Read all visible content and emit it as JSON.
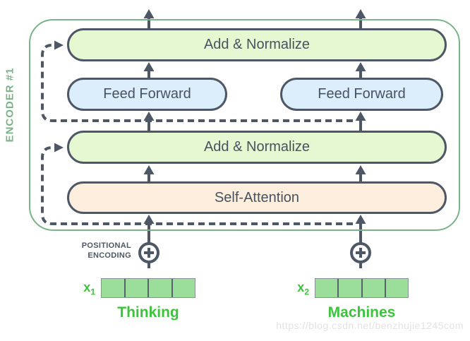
{
  "encoder": {
    "label": "ENCODER #1"
  },
  "layers": {
    "add_normalize_top": {
      "label": "Add & Normalize"
    },
    "feed_forward_left": {
      "label": "Feed Forward"
    },
    "feed_forward_right": {
      "label": "Feed Forward"
    },
    "add_normalize_bottom": {
      "label": "Add & Normalize"
    },
    "self_attention": {
      "label": "Self-Attention"
    }
  },
  "positional_encoding": {
    "line1": "POSITIONAL",
    "line2": "ENCODING"
  },
  "tokens": [
    {
      "var": "x",
      "sub": "1",
      "word": "Thinking",
      "cells": 4
    },
    {
      "var": "x",
      "sub": "2",
      "word": "Machines",
      "cells": 4
    }
  ],
  "watermark": "https://blog.csdn.net/benzhujie1245com",
  "colors": {
    "outline_slate": "#4d5765",
    "encoder_green": "#7cb287",
    "add_normalize_fill": "#e6f8d2",
    "feed_forward_fill": "#dceefb",
    "self_attention_fill": "#fdeedd",
    "embedding_bar_fill": "#9ade9a",
    "token_text_green": "#3dc23d",
    "watermark_gray": "#e3e3e3"
  }
}
